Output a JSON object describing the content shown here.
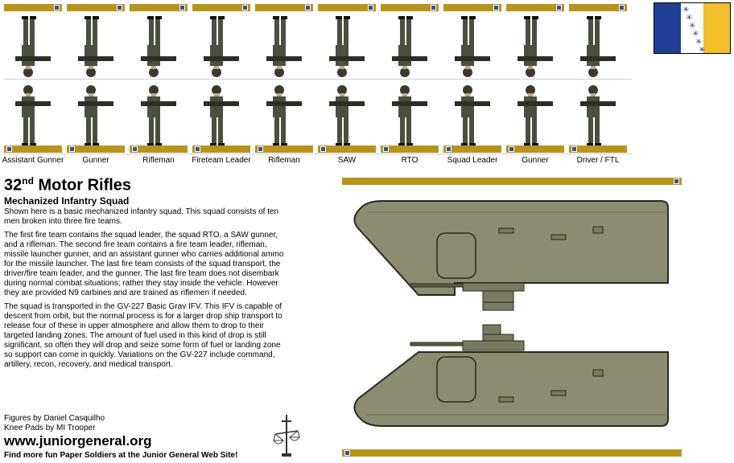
{
  "labels": [
    "Assistant Gunner",
    "Gunner",
    "Rifleman",
    "Fireteam Leader",
    "Rifleman",
    "SAW",
    "RTO",
    "Squad Leader",
    "Gunner",
    "Driver / FTL"
  ],
  "title": {
    "main": "32",
    "sup": "nd",
    "rest": " Motor Rifles"
  },
  "subtitle": "Mechanized Infantry Squad",
  "paragraphs": [
    "Shown here is a basic mechanized infantry squad. This squad consists of ten men broken into three fire teams.",
    "The first fire team contains the squad leader, the squad RTO, a SAW gunner, and a rifleman. The second fire team contains a fire team leader, rifleman, missile launcher gunner, and an assistant gunner who carries additional ammo for the missile launcher. The last fire team consists of the squad transport, the driver/fire team leader, and the gunner. The last fire team does not disembark during normal combat situations; rather they stay inside the vehicle. However they are provided N9 carbines and are trained as riflemen if needed.",
    "The squad is transported in the GV-227 Basic Grav IFV. This IFV is capable of descent from orbit, but the normal process is for a larger drop ship transport to release four of these in upper atmosphere and allow them to drop to their targeted landing zones. The amount of fuel used in this kind of drop is still significant, so often they will drop and seize some form of fuel or landing zone so support can come in quickly. Variations on the GV-227 include command, artillery, recon, recovery, and medical transport."
  ],
  "credits": [
    "Figures by Daniel Casquilho",
    "Knee Pads by MI Trooper"
  ],
  "website": "www.juniorgeneral.org",
  "tagline": "Find more fun Paper Soldiers at the Junior General Web Site!",
  "colors": {
    "base": "#b8941a",
    "uniform": "#4a5040",
    "vehicle": "#8c8c70",
    "flag_blue": "#1f3f96",
    "flag_gold": "#f2be2a"
  }
}
